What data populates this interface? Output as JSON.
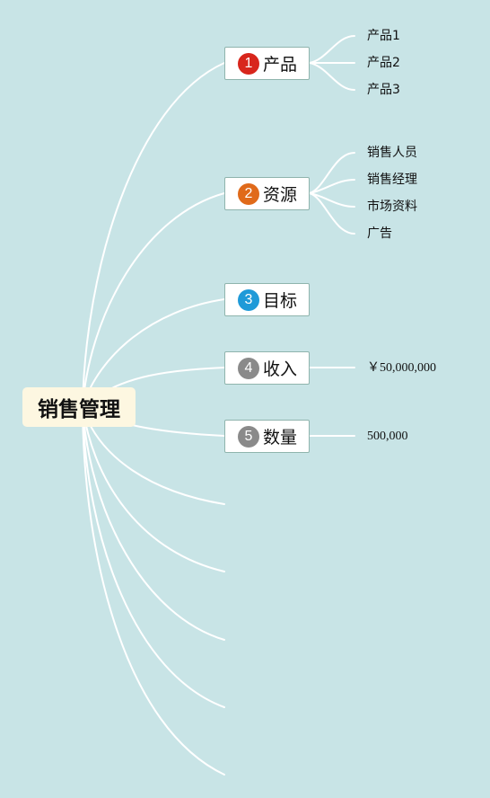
{
  "root": {
    "label": "销售管理"
  },
  "branches": [
    {
      "label": "产品",
      "badge": "1",
      "color": "#d8261c",
      "children": [
        "产品1",
        "产品2",
        "产品3"
      ]
    },
    {
      "label": "资源",
      "badge": "2",
      "color": "#e06a1a",
      "children": [
        "销售人员",
        "销售经理",
        "市场资料",
        "广告"
      ]
    },
    {
      "label": "目标",
      "badge": "3",
      "color": "#1f9ad8",
      "children": []
    },
    {
      "label": "收入",
      "badge": "4",
      "color": "#8a8a8a",
      "children": [
        "￥50,000,000"
      ]
    },
    {
      "label": "数量",
      "badge": "5",
      "color": "#8a8a8a",
      "children": [
        "500,000"
      ]
    }
  ],
  "colors": {
    "background": "#c8e4e6",
    "connector": "#ffffff",
    "root_fill": "#fdf7e1",
    "node_border": "#8fb4ad"
  }
}
